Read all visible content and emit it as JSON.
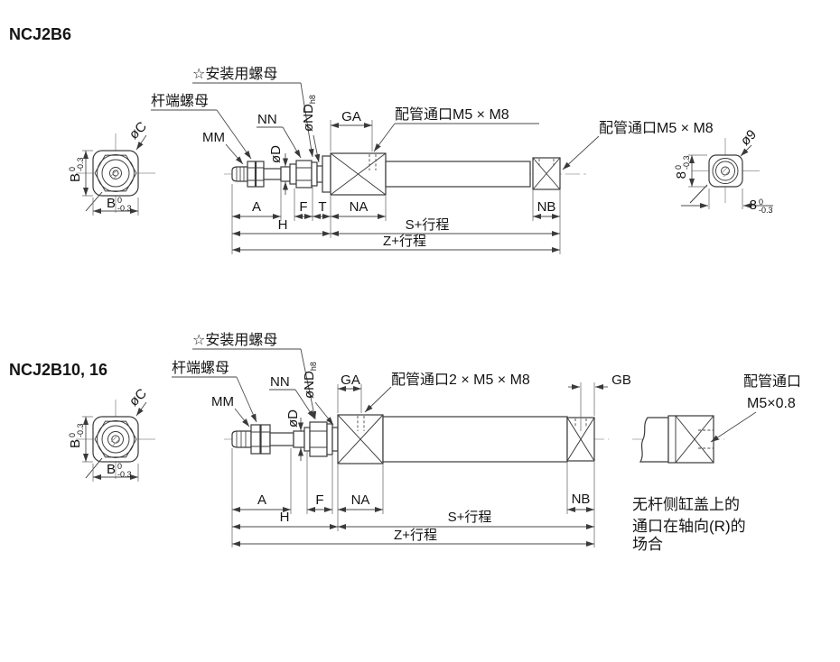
{
  "page": {
    "background": "#ffffff",
    "line_color": "#3a3a3a",
    "text_color": "#141414"
  },
  "top": {
    "title": "NCJ2B6",
    "labels": {
      "mount_nut": "☆安装用螺母",
      "rod_nut": "杆端螺母",
      "mm": "MM",
      "nn": "NN",
      "od": "øD",
      "ond": "øND",
      "ond_sub": "h8",
      "oc": "øC",
      "o9": "ø9",
      "port_head": "配管通口M5 × M8",
      "port_rear": "配管通口M5 × M8"
    },
    "dims": {
      "a": "A",
      "f": "F",
      "t": "T",
      "na": "NA",
      "h": "H",
      "nb": "NB",
      "ga": "GA",
      "s_stroke": "S+行程",
      "z_stroke": "Z+行程",
      "b": {
        "base": "B",
        "tol_up": "0",
        "tol_dn": "-0.3"
      },
      "w8": {
        "base": "8",
        "tol_up": "0",
        "tol_dn": "-0.3"
      }
    }
  },
  "bottom": {
    "title": "NCJ2B10, 16",
    "labels": {
      "mount_nut": "☆安装用螺母",
      "rod_nut": "杆端螺母",
      "mm": "MM",
      "nn": "NN",
      "od": "øD",
      "ond": "øND",
      "ond_sub": "h8",
      "oc": "øC",
      "port_head": "配管通口2 × M5 × M8",
      "port_rear_1": "配管通口",
      "port_rear_2": "M5×0.8"
    },
    "dims": {
      "a": "A",
      "f": "F",
      "na": "NA",
      "h": "H",
      "nb": "NB",
      "ga": "GA",
      "gb": "GB",
      "s_stroke": "S+行程",
      "z_stroke": "Z+行程",
      "b": {
        "base": "B",
        "tol_up": "0",
        "tol_dn": "-0.3"
      }
    },
    "note": {
      "l1": "无杆侧缸盖上的",
      "l2": "通口在轴向(R)的",
      "l3": "场合"
    }
  }
}
